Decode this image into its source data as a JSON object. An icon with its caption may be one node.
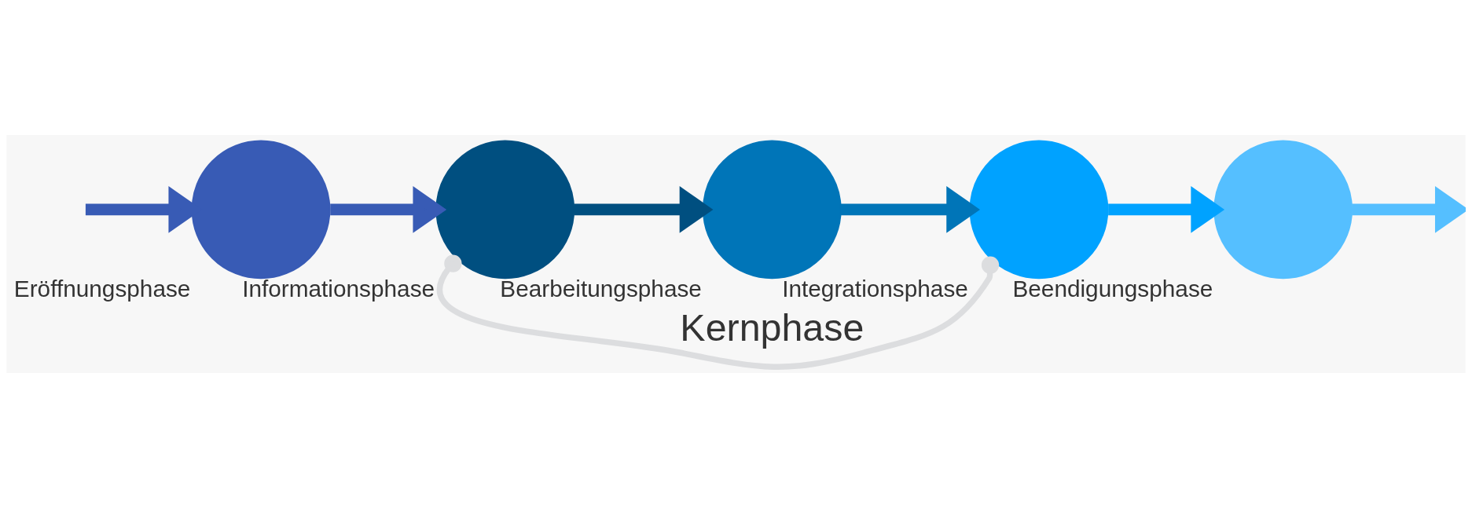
{
  "diagram": {
    "nodes": [
      {
        "text": [],
        "shape": "circle",
        "beside": [
          "Eröffnungsphase"
        ]
      },
      {
        "text": [],
        "shape": "circle",
        "beside": [
          "Informationsphase"
        ]
      },
      {
        "text": [],
        "shape": "circle",
        "beside": [
          "Bearbeitungsphase"
        ]
      },
      {
        "text": [],
        "shape": "circle",
        "beside": [
          "Integrationsphase"
        ]
      },
      {
        "text": [],
        "shape": "circle",
        "beside": [
          "Beendigungsphase"
        ]
      }
    ],
    "edges": [
      {
        "from": null,
        "to": 0,
        "arrow": "to",
        "color": "#385bb5"
      },
      {
        "from": 0,
        "to": 1,
        "arrow": "to",
        "color": "#385bb5"
      },
      {
        "from": 1,
        "to": 2,
        "arrow": "to",
        "color": "#004f80"
      },
      {
        "from": 2,
        "to": 3,
        "arrow": "to",
        "color": "#0075b8"
      },
      {
        "from": 3,
        "to": 4,
        "arrow": "to",
        "color": "#00a2ff"
      },
      {
        "from": 4,
        "to": null,
        "arrow": "to",
        "color": "#55bfff"
      },
      {
        "from": 1,
        "to": 3,
        "arrow": "other",
        "label": "Kernphase",
        "color": "#dcdddf"
      }
    ]
  }
}
